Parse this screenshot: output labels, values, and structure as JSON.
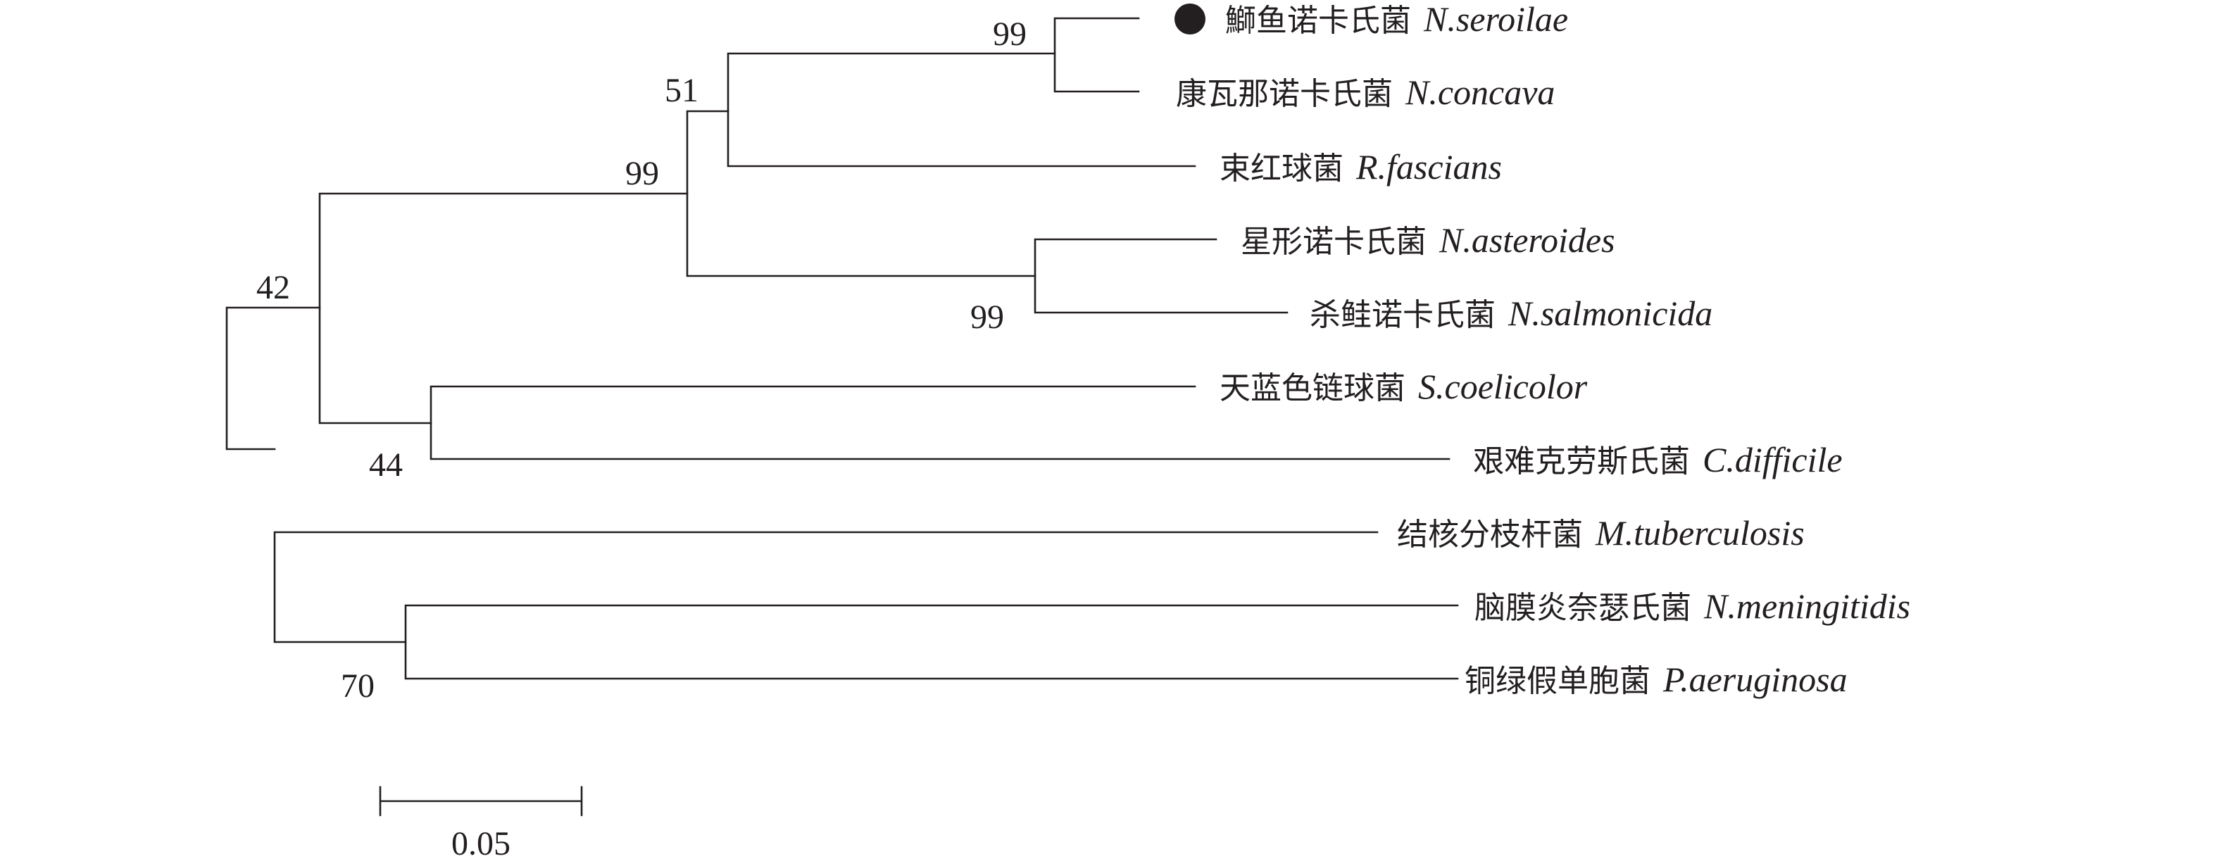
{
  "tree": {
    "leaves": [
      {
        "id": "seroilae",
        "cn": "鰤鱼诺卡氏菌",
        "latin": "N.seroilae",
        "marker": "filled-circle"
      },
      {
        "id": "concava",
        "cn": "康瓦那诺卡氏菌",
        "latin": "N.concava"
      },
      {
        "id": "fascians",
        "cn": "束红球菌",
        "latin": "R.fascians"
      },
      {
        "id": "asteroides",
        "cn": "星形诺卡氏菌",
        "latin": "N.asteroides"
      },
      {
        "id": "salmonicida",
        "cn": "杀鲑诺卡氏菌",
        "latin": "N.salmonicida"
      },
      {
        "id": "coelicolor",
        "cn": "天蓝色链球菌",
        "latin": "S.coelicolor"
      },
      {
        "id": "difficile",
        "cn": "艰难克劳斯氏菌",
        "latin": "C.difficile"
      },
      {
        "id": "tuberculosis",
        "cn": "结核分枝杆菌",
        "latin": "M.tuberculosis"
      },
      {
        "id": "meningitidis",
        "cn": "脑膜炎奈瑟氏菌",
        "latin": "N.meningitidis"
      },
      {
        "id": "aeruginosa",
        "cn": "铜绿假单胞菌",
        "latin": "P.aeruginosa"
      }
    ],
    "supports": {
      "seroilae_concava": "99",
      "with_fascians": "51",
      "nocardia_group": "99",
      "asteroides_salmonicida": "99",
      "upper_clade": "42",
      "coelicolor_difficile": "44",
      "meningitidis_aeruginosa": "70"
    }
  },
  "scale_bar": {
    "label": "0.05"
  },
  "colors": {
    "ink": "#231f20",
    "background": "#ffffff"
  }
}
